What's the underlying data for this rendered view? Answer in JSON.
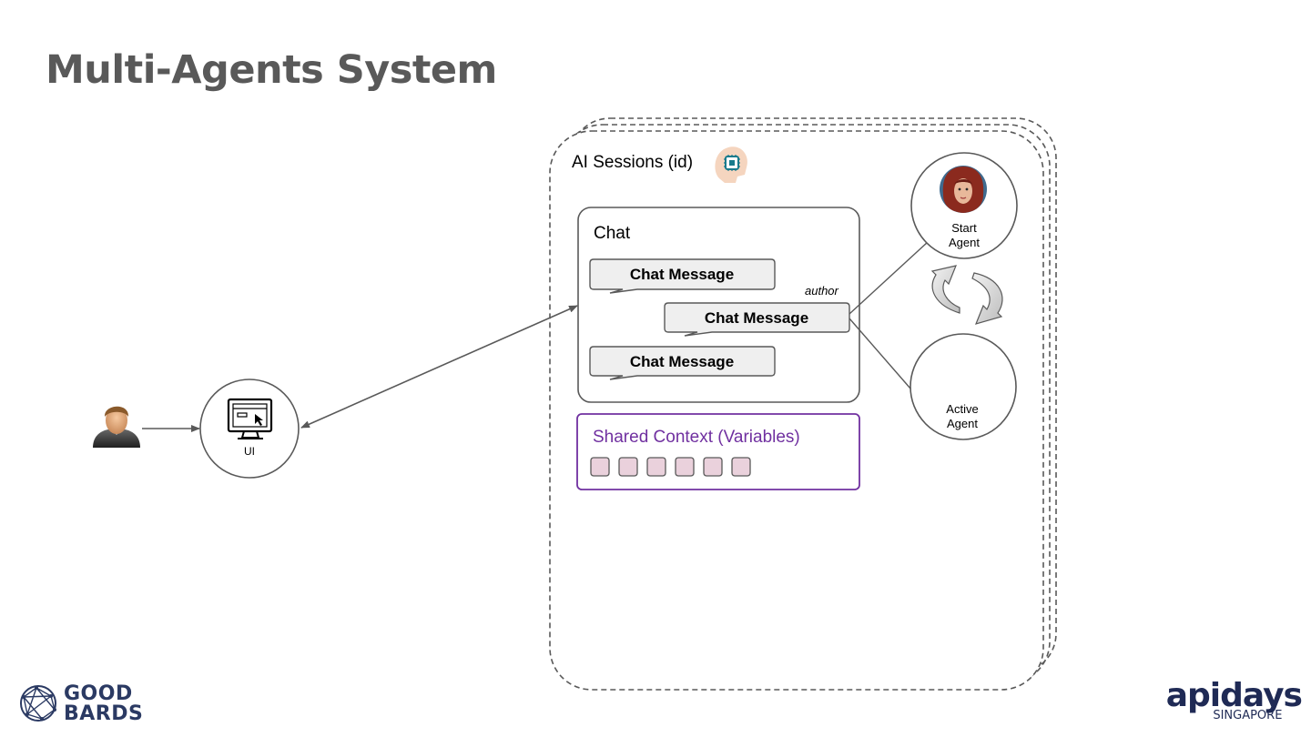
{
  "slide": {
    "title": "Multi-Agents System"
  },
  "diagram": {
    "ui_label": "UI",
    "sessions_label": "AI Sessions (id)",
    "chat_label": "Chat",
    "messages": [
      "Chat Message",
      "Chat Message",
      "Chat Message"
    ],
    "author_label": "author",
    "shared_context_label": "Shared Context (Variables)",
    "variable_slot_count": 6,
    "start_agent_label": "Start\nAgent",
    "active_agent_label": "Active\nAgent"
  },
  "icons": {
    "user": "user-avatar-icon",
    "ui": "computer-monitor-icon",
    "ai": "ai-chip-head-icon",
    "agent": "agent-portrait-icon",
    "cycle": "cycle-arrows-icon"
  },
  "colors": {
    "title": "#595959",
    "shared_context": "#7030a0",
    "variable_fill": "#ead1dc",
    "message_fill": "#efefef",
    "line": "#595959"
  },
  "footer": {
    "left_logo_line1": "GOOD",
    "left_logo_line2": "BARDS",
    "right_logo_main": "apidays",
    "right_logo_sub": "SINGAPORE"
  }
}
